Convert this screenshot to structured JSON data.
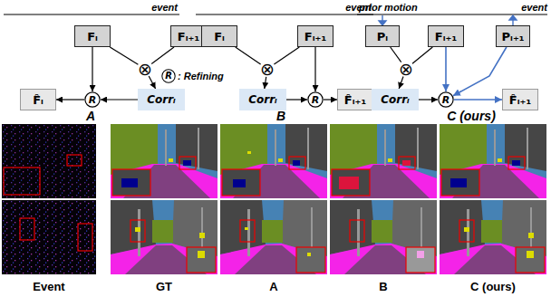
{
  "diagram": {
    "nodes": [
      {
        "text": [
          "Fᵢ"
        ]
      },
      {
        "text": [
          "Fᵢ₊₁"
        ]
      },
      {
        "text": [
          "⊗"
        ]
      },
      {
        "text": [
          "Corrᵢ"
        ]
      },
      {
        "text": [
          "R"
        ]
      },
      {
        "text": [
          "F̂ᵢ"
        ]
      },
      {
        "text": [
          "R"
        ]
      },
      {
        "text": [
          "Fᵢ"
        ]
      },
      {
        "text": [
          "Fᵢ₊₁"
        ]
      },
      {
        "text": [
          "⊗"
        ]
      },
      {
        "text": [
          "Corrᵢ"
        ]
      },
      {
        "text": [
          "R"
        ]
      },
      {
        "text": [
          "F̂ᵢ₊₁"
        ]
      },
      {
        "text": [
          "Pᵢ"
        ]
      },
      {
        "text": [
          "Fᵢ₊₁"
        ]
      },
      {
        "text": [
          "Pᵢ₊₁"
        ]
      },
      {
        "text": [
          "⊗"
        ]
      },
      {
        "text": [
          "Corrᵢ"
        ]
      },
      {
        "text": [
          "R"
        ]
      },
      {
        "text": [
          "F̂ᵢ₊₁"
        ]
      }
    ],
    "edges": [
      {
        "from": 0,
        "to": 2,
        "arrow": "none"
      },
      {
        "from": 1,
        "to": 2,
        "arrow": "none"
      },
      {
        "from": 2,
        "to": 3,
        "arrow": "to"
      },
      {
        "from": 0,
        "to": 4,
        "arrow": "to"
      },
      {
        "from": 3,
        "to": 4,
        "arrow": "to"
      },
      {
        "from": 4,
        "to": 5,
        "arrow": "to"
      },
      {
        "from": 7,
        "to": 9,
        "arrow": "none"
      },
      {
        "from": 8,
        "to": 9,
        "arrow": "none"
      },
      {
        "from": 9,
        "to": 10,
        "arrow": "to"
      },
      {
        "from": 10,
        "to": 11,
        "arrow": "to"
      },
      {
        "from": 8,
        "to": 11,
        "arrow": "to"
      },
      {
        "from": 11,
        "to": 12,
        "arrow": "to"
      },
      {
        "from": 13,
        "to": 16,
        "arrow": "none"
      },
      {
        "from": 14,
        "to": 16,
        "arrow": "none"
      },
      {
        "from": 16,
        "to": 17,
        "arrow": "to"
      },
      {
        "from": 17,
        "to": 18,
        "arrow": "to"
      },
      {
        "from": 14,
        "to": 18,
        "arrow": "to"
      },
      {
        "from": 15,
        "to": 18,
        "arrow": "to"
      },
      {
        "from": 18,
        "to": 19,
        "arrow": "to"
      }
    ],
    "labels": [
      "event",
      "event",
      "prior motion",
      "event",
      ": Refining",
      "A",
      "B",
      "C (ours)",
      "Event",
      "GT",
      "A",
      "B",
      "C (ours)"
    ]
  }
}
